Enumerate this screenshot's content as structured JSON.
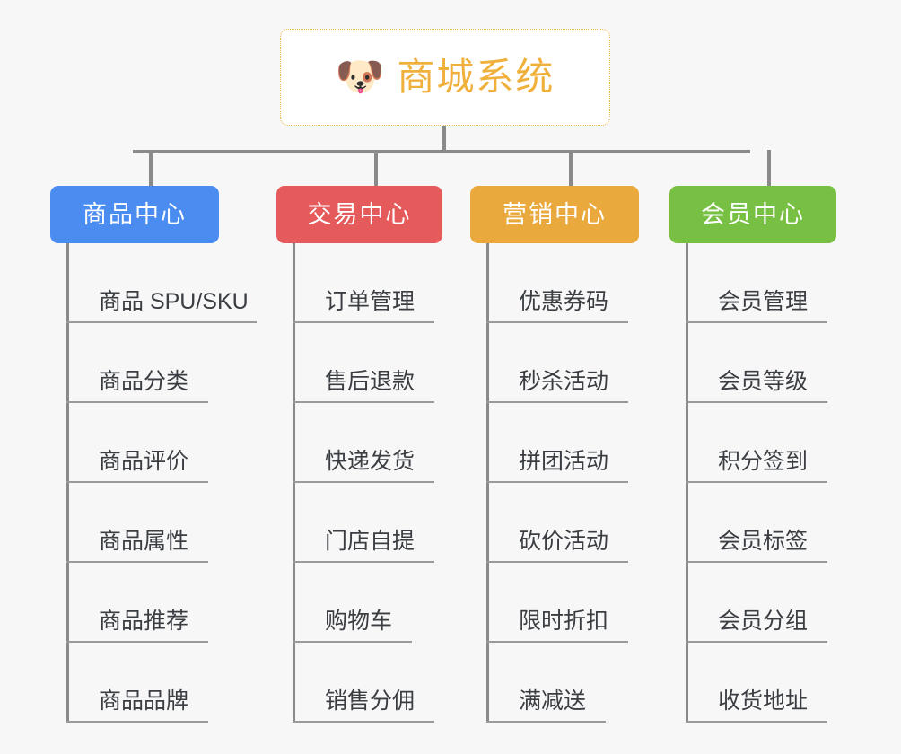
{
  "diagram": {
    "type": "org-chart",
    "background_color": "#f7f7f7",
    "connector_color": "#8a8a8a",
    "leaf_rule_color": "#9a9a9a",
    "leaf_text_color": "#3a3d42"
  },
  "root": {
    "icon": "dog-face-emoji",
    "emoji": "🐶",
    "title": "商城系统",
    "title_color": "#f0b03c",
    "border_color": "#edb64a",
    "background_color": "#ffffff"
  },
  "columns": [
    {
      "header": "商品中心",
      "color": "#4a8cf0",
      "items": [
        "商品 SPU/SKU",
        "商品分类",
        "商品评价",
        "商品属性",
        "商品推荐",
        "商品品牌"
      ]
    },
    {
      "header": "交易中心",
      "color": "#e55b5b",
      "items": [
        "订单管理",
        "售后退款",
        "快递发货",
        "门店自提",
        "购物车",
        "销售分佣"
      ]
    },
    {
      "header": "营销中心",
      "color": "#eaa93c",
      "items": [
        "优惠券码",
        "秒杀活动",
        "拼团活动",
        "砍价活动",
        "限时折扣",
        "满减送"
      ]
    },
    {
      "header": "会员中心",
      "color": "#78c043",
      "items": [
        "会员管理",
        "会员等级",
        "积分签到",
        "会员标签",
        "会员分组",
        "收货地址"
      ]
    }
  ]
}
